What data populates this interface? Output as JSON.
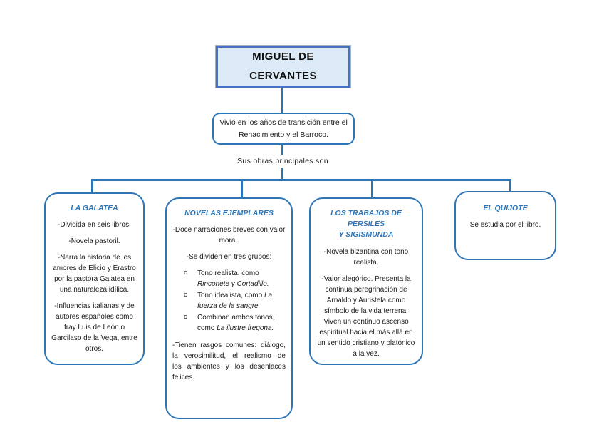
{
  "colors": {
    "line": "#2e75b6",
    "root_fill": "#dce9f7",
    "root_border": "#4472c4",
    "branch_border": "#2e75b6",
    "heading": "#2e75b6",
    "body": "#1a1a1a"
  },
  "root": {
    "title": "MIGUEL DE\nCERVANTES"
  },
  "intro": {
    "text": "Vivió en los años de transición entre el Renacimiento y el Barroco."
  },
  "label": {
    "text": "Sus obras principales son"
  },
  "branches": [
    {
      "title": "LA GALATEA",
      "paragraphs": [
        "-Dividida en seis libros.",
        "-Novela pastoril.",
        "-Narra la historia de los amores de Elicio y Erastro por la pastora Galatea en una naturaleza idílica.",
        "-Influencias italianas y de autores españoles como fray Luis de León o Garcilaso de la Vega, entre otros."
      ]
    },
    {
      "title": "NOVELAS EJEMPLARES",
      "paragraphs": [
        "-Doce narraciones breves con valor moral.",
        "-Se dividen en tres grupos:"
      ],
      "bullet_marker": "o",
      "bullets": [
        {
          "plain": "Tono realista, como ",
          "italic": "Rinconete y Cortadillo."
        },
        {
          "plain": "Tono idealista, como ",
          "italic": "La fuerza de la sangre."
        },
        {
          "plain": "Combinan ambos tonos, como ",
          "italic": "La ilustre fregona."
        }
      ],
      "closing": "-Tienen rasgos comunes: diálogo, la verosimilitud, el realismo de los ambientes y los desenlaces felices."
    },
    {
      "title": "LOS TRABAJOS DE PERSILES\nY SIGISMUNDA",
      "paragraphs": [
        "-Novela bizantina con tono realista.",
        "-Valor alegórico. Presenta la continua peregrinación de Arnaldo y Auristela como símbolo de la vida terrena. Viven un continuo ascenso espiritual hacia el más allá en un sentido cristiano y platónico a la vez."
      ]
    },
    {
      "title": "EL QUIJOTE",
      "paragraphs": [
        "Se estudia por el libro."
      ]
    }
  ]
}
